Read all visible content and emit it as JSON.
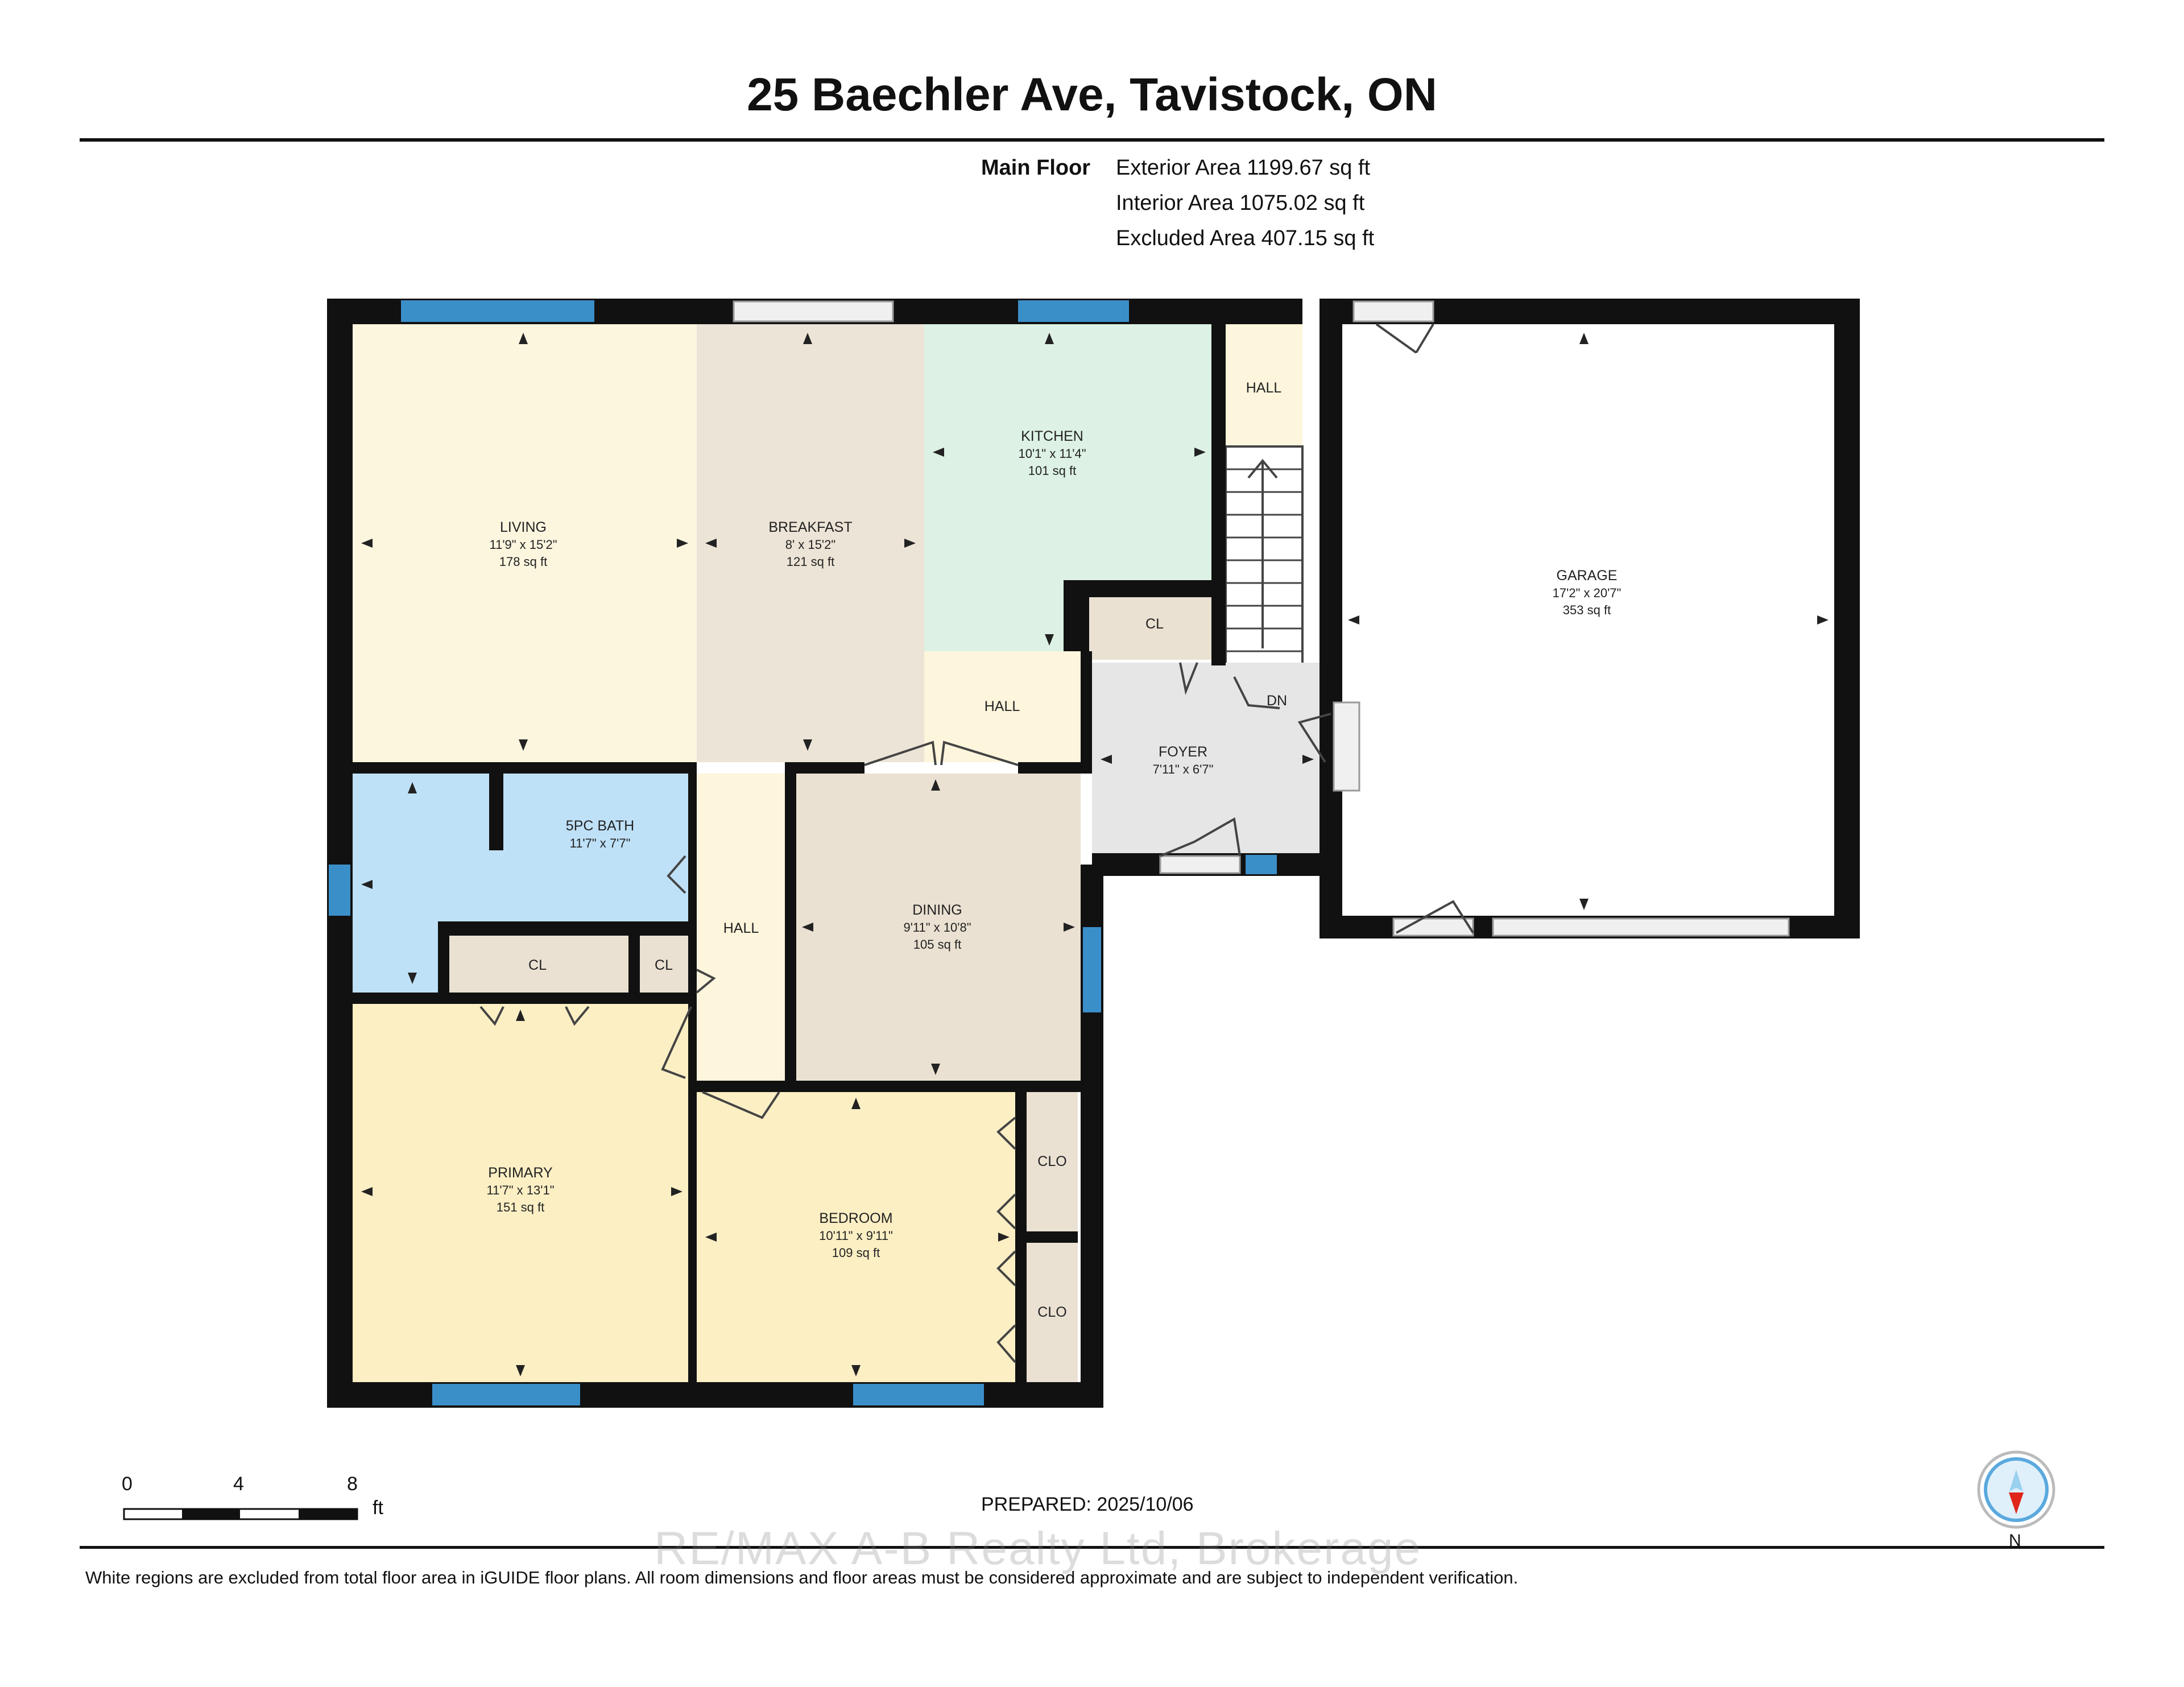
{
  "title": "25 Baechler Ave, Tavistock, ON",
  "floor": {
    "label": "Main Floor",
    "exterior_area": "Exterior Area 1199.67 sq ft",
    "interior_area": "Interior Area 1075.02 sq ft",
    "excluded_area": "Excluded Area 407.15 sq ft"
  },
  "rooms": {
    "living": {
      "name": "LIVING",
      "dims": "11'9\" x 15'2\"",
      "area": "178 sq ft"
    },
    "breakfast": {
      "name": "BREAKFAST",
      "dims": "8' x 15'2\"",
      "area": "121 sq ft"
    },
    "kitchen": {
      "name": "KITCHEN",
      "dims": "10'1\" x 11'4\"",
      "area": "101 sq ft"
    },
    "garage": {
      "name": "GARAGE",
      "dims": "17'2\" x 20'7\"",
      "area": "353 sq ft"
    },
    "bath": {
      "name": "5PC BATH",
      "dims": "11'7\" x 7'7\""
    },
    "dining": {
      "name": "DINING",
      "dims": "9'11\" x 10'8\"",
      "area": "105 sq ft"
    },
    "foyer": {
      "name": "FOYER",
      "dims": "7'11\" x 6'7\""
    },
    "primary": {
      "name": "PRIMARY",
      "dims": "11'7\" x 13'1\"",
      "area": "151 sq ft"
    },
    "bedroom": {
      "name": "BEDROOM",
      "dims": "10'11\" x 9'11\"",
      "area": "109 sq ft"
    }
  },
  "labels": {
    "hall": "HALL",
    "closet": "CL",
    "clothes_closet": "CLO",
    "down": "DN"
  },
  "colors": {
    "wall": "#111111",
    "window": "#3b8fc9",
    "living": "#fcf6df",
    "breakfast": "#ece4d6",
    "kitchen": "#ddf2e4",
    "bath": "#bfe1f8",
    "hall": "#fdf5dc",
    "dining": "#eae1d2",
    "closet": "#eae1d2",
    "foyer": "#e6e6e6",
    "primary": "#fcefc4",
    "bedroom": "#fcefc4"
  },
  "scale": {
    "ticks": [
      "0",
      "4",
      "8"
    ],
    "unit": "ft"
  },
  "prepared": "PREPARED: 2025/10/06",
  "watermark": "RE/MAX A-B Realty Ltd, Brokerage",
  "disclaimer": "White regions are excluded from total floor area in iGUIDE floor plans. All room dimensions and floor areas must be considered approximate and are subject to independent verification.",
  "compass": {
    "label": "N"
  }
}
